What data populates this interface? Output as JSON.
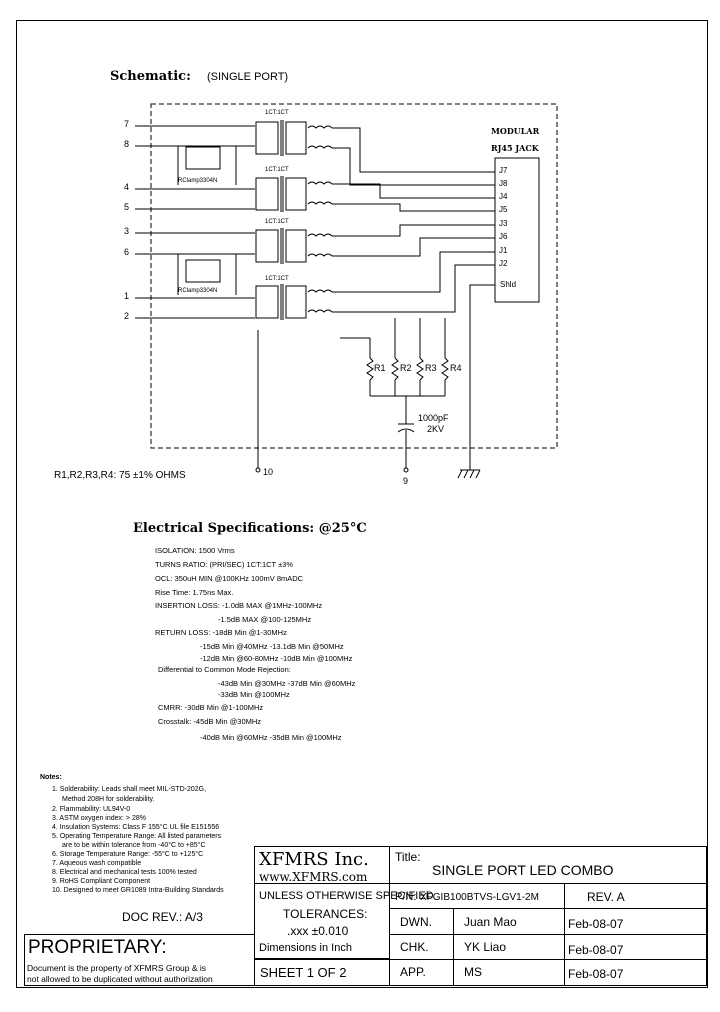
{
  "schematic": {
    "title": "Schematic:",
    "subtitle": "(SINGLE PORT)",
    "jack_title_1": "MODULAR",
    "jack_title_2": "RJ45 JACK",
    "pins_left": [
      "7",
      "8",
      "4",
      "5",
      "3",
      "6",
      "1",
      "2"
    ],
    "jack_pins": [
      "J7",
      "J8",
      "J4",
      "J5",
      "J3",
      "J6",
      "J1",
      "J2",
      "Shld"
    ],
    "ratios": [
      "1CT:1CT",
      "1CT:1CT",
      "1CT:1CT",
      "1CT:1CT"
    ],
    "rclamps": [
      "RClamp3304N",
      "RClamp3304N"
    ],
    "resistors": [
      "R1",
      "R2",
      "R3",
      "R4"
    ],
    "cap_value": "1000pF",
    "cap_voltage": "2KV",
    "pin10": "10",
    "pin9": "9",
    "resistor_note": "R1,R2,R3,R4: 75 ±1% OHMS"
  },
  "electrical": {
    "title": "Electrical Specifications: @25°C",
    "lines": [
      "ISOLATION: 1500 Vrms",
      "TURNS RATIO: (PRI/SEC) 1CT:1CT ±3%",
      "OCL: 350uH MIN @100KHz 100mV 8mADC",
      "Rise Time: 1.75ns Max.",
      "INSERTION LOSS: -1.0dB MAX @1MHz-100MHz",
      "-1.5dB MAX @100-125MHz",
      "RETURN LOSS: -18dB Min @1-30MHz",
      "-15dB Min @40MHz -13.1dB Min @50MHz",
      "-12dB Min @60-80MHz -10dB Min @100MHz",
      "Differential to Common Mode Rejection:",
      "-43dB Min @30MHz -37dB Min @60MHz",
      "-33dB Min @100MHz",
      "CMRR: -30dB Min @1-100MHz",
      "Crosstalk: -45dB Min @30MHz",
      "-40dB Min @60MHz -35dB Min @100MHz"
    ]
  },
  "notes": {
    "title": "Notes:",
    "items": [
      "1. Solderability: Leads shall meet MIL-STD-202G,",
      "Method 208H for solderability.",
      "2. Flammability: UL94V-0",
      "3. ASTM oxygen index: > 28%",
      "4. Insulation Systems: Class F 155°C UL file E151556",
      "5. Operating Temperature Range: All listed parameters",
      "are to be within tolerance from -40°C to +85°C",
      "6. Storage Temperature Range: -55°C to +125°C",
      "7. Aqueous wash compatible",
      "8. Electrical and mechanical tests 100% tested",
      "9. RoHS Compliant Component",
      "10. Designed to meet GR1089 Intra-Building Standards"
    ]
  },
  "title_block": {
    "company": "XFMRS Inc.",
    "website": "www.XFMRS.com",
    "title_label": "Title:",
    "title": "SINGLE PORT LED COMBO",
    "tol_1": "UNLESS OTHERWISE SPECIFIED",
    "tol_2": "TOLERANCES:",
    "tol_3": ".xxx ±0.010",
    "tol_4": "Dimensions in Inch",
    "pn_label": "P/N:",
    "pn": "XFGIB100BTVS-LGV1-2M",
    "rev": "REV. A",
    "dwn_label": "DWN.",
    "dwn_name": "Juan Mao",
    "dwn_date": "Feb-08-07",
    "chk_label": "CHK.",
    "chk_name": "YK Liao",
    "chk_date": "Feb-08-07",
    "app_label": "APP.",
    "app_name": "MS",
    "app_date": "Feb-08-07",
    "sheet": "SHEET 1 OF 2",
    "doc_rev": "DOC REV.: A/3",
    "proprietary": "PROPRIETARY:",
    "prop_1": "Document is the property of XFMRS Group & is",
    "prop_2": "not allowed to be duplicated without authorization"
  }
}
